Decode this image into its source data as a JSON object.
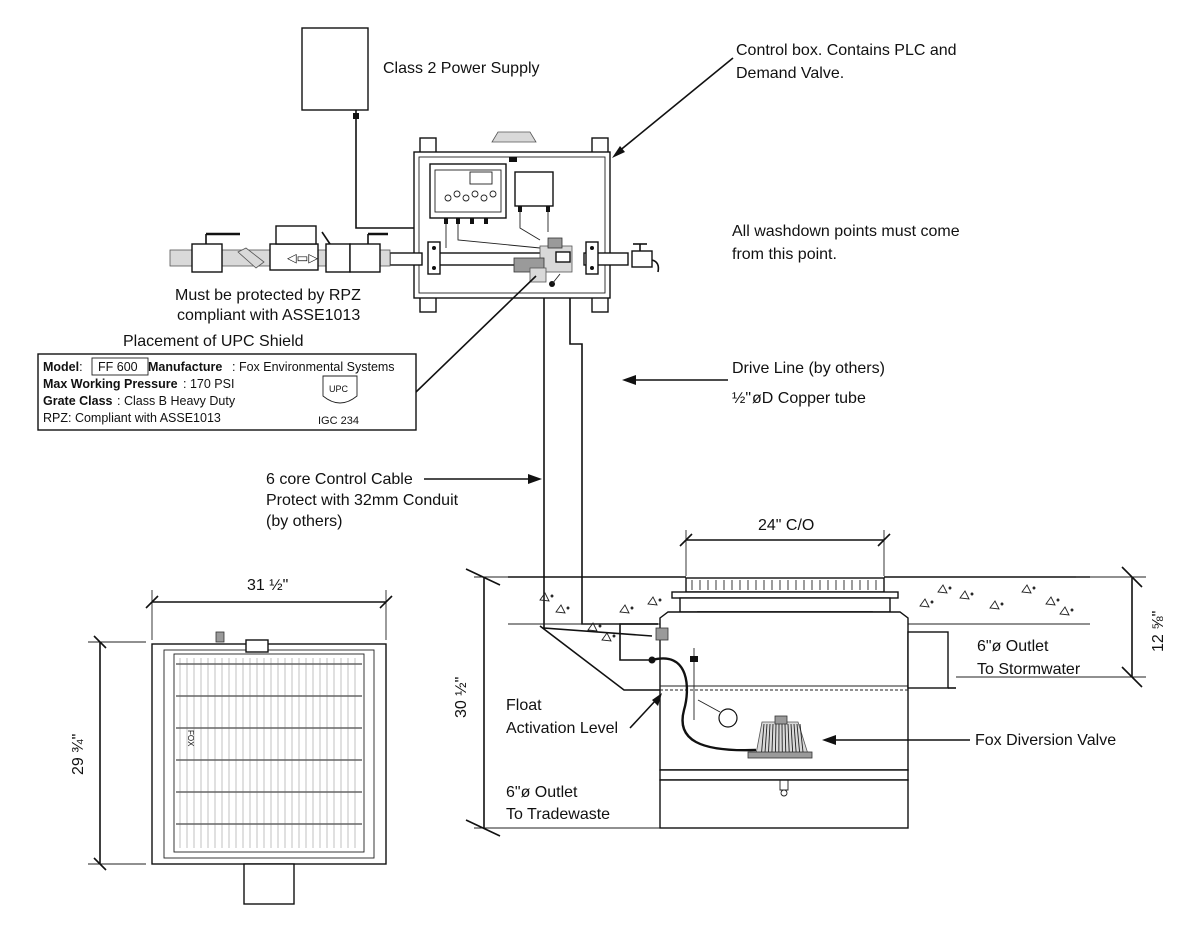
{
  "labels": {
    "power_supply": "Class 2 Power Supply",
    "control_box_1": "Control box. Contains PLC and",
    "control_box_2": "Demand Valve.",
    "washdown_1": "All washdown points must come",
    "washdown_2": "from this point.",
    "rpz_1": "Must be protected by RPZ",
    "rpz_2": "compliant with ASSE1013",
    "upc_shield": "Placement of UPC Shield",
    "drive_line_1": "Drive Line (by others)",
    "drive_line_2_prefix": "½\"",
    "drive_line_2": "øD Copper tube",
    "control_cable_1": "6 core Control Cable",
    "control_cable_2": "Protect with 32mm Conduit",
    "control_cable_3": "(by others)",
    "dim_width": "31 ½\"",
    "dim_height": "29 ¾\"",
    "dim_co": "24\" C/O",
    "dim_depth": "30 ½\"",
    "dim_outlet_depth": "12 ⅝\"",
    "outlet_storm_1": "6\"ø Outlet",
    "outlet_storm_2": "To Stormwater",
    "float_1": "Float",
    "float_2": "Activation Level",
    "diversion_valve": "Fox Diversion Valve",
    "outlet_trade_1": "6\"ø Outlet",
    "outlet_trade_2": "To Tradewaste"
  },
  "shield": {
    "model_label": "Model",
    "model_value": "FF 600",
    "manufacture_label": "Manufacture",
    "manufacture_value": ": Fox Environmental Systems",
    "pressure_label": "Max Working Pressure",
    "pressure_value": ": 170 PSI",
    "grate_label": "Grate Class",
    "grate_value": ": Class B Heavy Duty",
    "rpz_line": "RPZ: Compliant with ASSE1013",
    "upc_mark": "UPC",
    "igc": "IGC 234"
  },
  "grate_brand": "FOX"
}
